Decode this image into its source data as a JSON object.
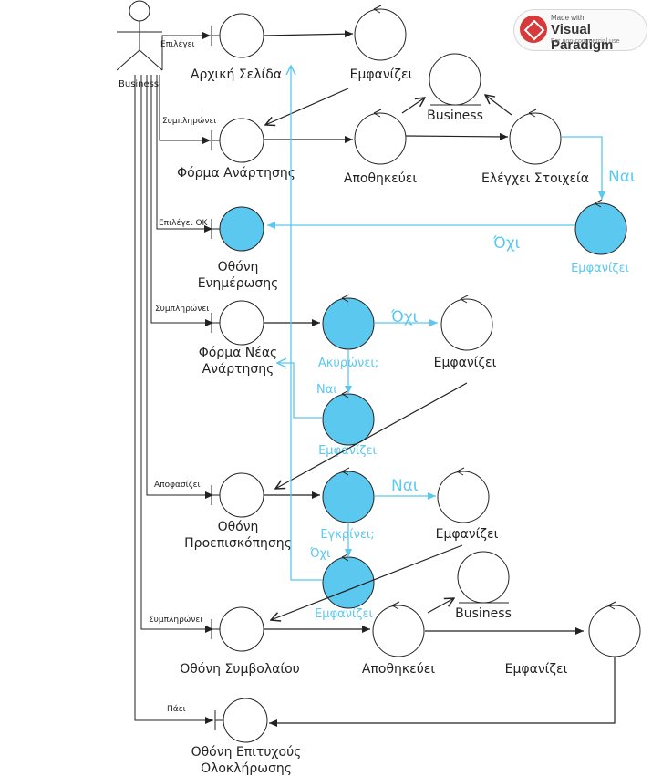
{
  "badge": {
    "made_with": "Made with",
    "name": "Visual Paradigm",
    "sub": "For non-commercial use"
  },
  "actor": {
    "name": "Business"
  },
  "messages": {
    "m1": "Επιλέγει",
    "m2": "Συμπληρώνει",
    "m3": "Επιλέγει ΟΚ",
    "m4": "Συμπληρώνει",
    "m5": "Αποφασίζει",
    "m6": "Συμπληρώνει",
    "m7": "Πάει"
  },
  "nodes": {
    "arxiki": "Αρχική Σελίδα",
    "emfanizei1": "Εμφανίζει",
    "business1": "Business",
    "forma": "Φόρμα Ανάρτησης",
    "apothikevei1": "Αποθηκεύει",
    "elegxei": "Ελέγχει Στοιχεία",
    "emfanizei2": "Εμφανίζει",
    "enimerosi_line1": "Οθόνη",
    "enimerosi_line2": "Ενημέρωσης",
    "forma_nea_line1": "Φόρμα Νέας",
    "forma_nea_line2": "Ανάρτησης",
    "akyronei": "Ακυρώνει;",
    "emfanizei3": "Εμφανίζει",
    "emfanizei4": "Εμφανίζει",
    "proep_line1": "Οθόνη",
    "proep_line2": "Προεπισκόπησης",
    "egkrinei": "Εγκρίνει;",
    "emfanizei5": "Εμφανίζει",
    "emfanizei6": "Εμφανίζει",
    "symvolaio": "Οθόνη Συμβολαίου",
    "apothikevei2": "Αποθηκεύει",
    "business2": "Business",
    "emfanizei7": "Εμφανίζει",
    "epityxia_line1": "Οθόνη Επιτυχούς",
    "epityxia_line2": "Ολοκλήρωσης"
  },
  "guards": {
    "nai1": "Ναι",
    "oxi1": "Όχι",
    "oxi2": "Όχι",
    "nai2": "Ναι",
    "nai3": "Ναι",
    "oxi3": "Όχι"
  },
  "colors": {
    "highlight": "#5bc8ef",
    "stroke": "#222222",
    "link": "#5bc8ef"
  }
}
